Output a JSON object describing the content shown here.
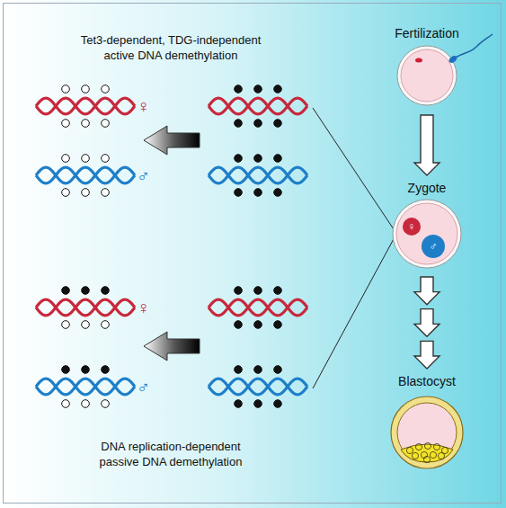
{
  "diagram": {
    "nodes": [
      {
        "text": [
          "Fertilization"
        ]
      },
      {
        "text": [
          "Zygote"
        ]
      },
      {
        "text": [
          "♀"
        ],
        "in": 1
      },
      {
        "text": [
          "♂"
        ],
        "in": 1
      },
      {
        "text": [
          "Blastocyst"
        ]
      }
    ],
    "edges": [
      {
        "from": 0,
        "to": 1,
        "arrow": "to"
      },
      {
        "from": 1,
        "to": 4,
        "arrow": "to"
      }
    ],
    "labels": [
      "Tet3-dependent, TDG-independent active DNA demethylation",
      "♀",
      "♂",
      "♀",
      "♂",
      "DNA replication-dependent passive DNA demethylation"
    ]
  }
}
